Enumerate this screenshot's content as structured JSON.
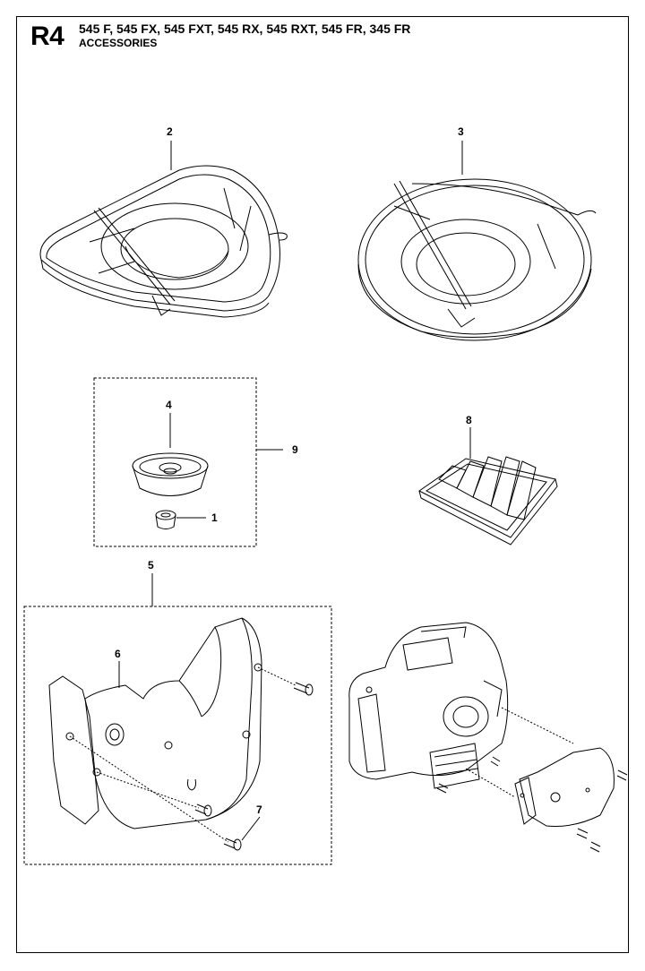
{
  "header": {
    "code": "R4",
    "models": "545 F, 545 FX, 545 FXT, 545 RX, 545 RXT, 545 FR, 345 FR",
    "subtitle": "ACCESSORIES"
  },
  "callouts": {
    "c1": "1",
    "c2": "2",
    "c3": "3",
    "c4": "4",
    "c5": "5",
    "c6": "6",
    "c7": "7",
    "c8": "8",
    "c9": "9"
  }
}
